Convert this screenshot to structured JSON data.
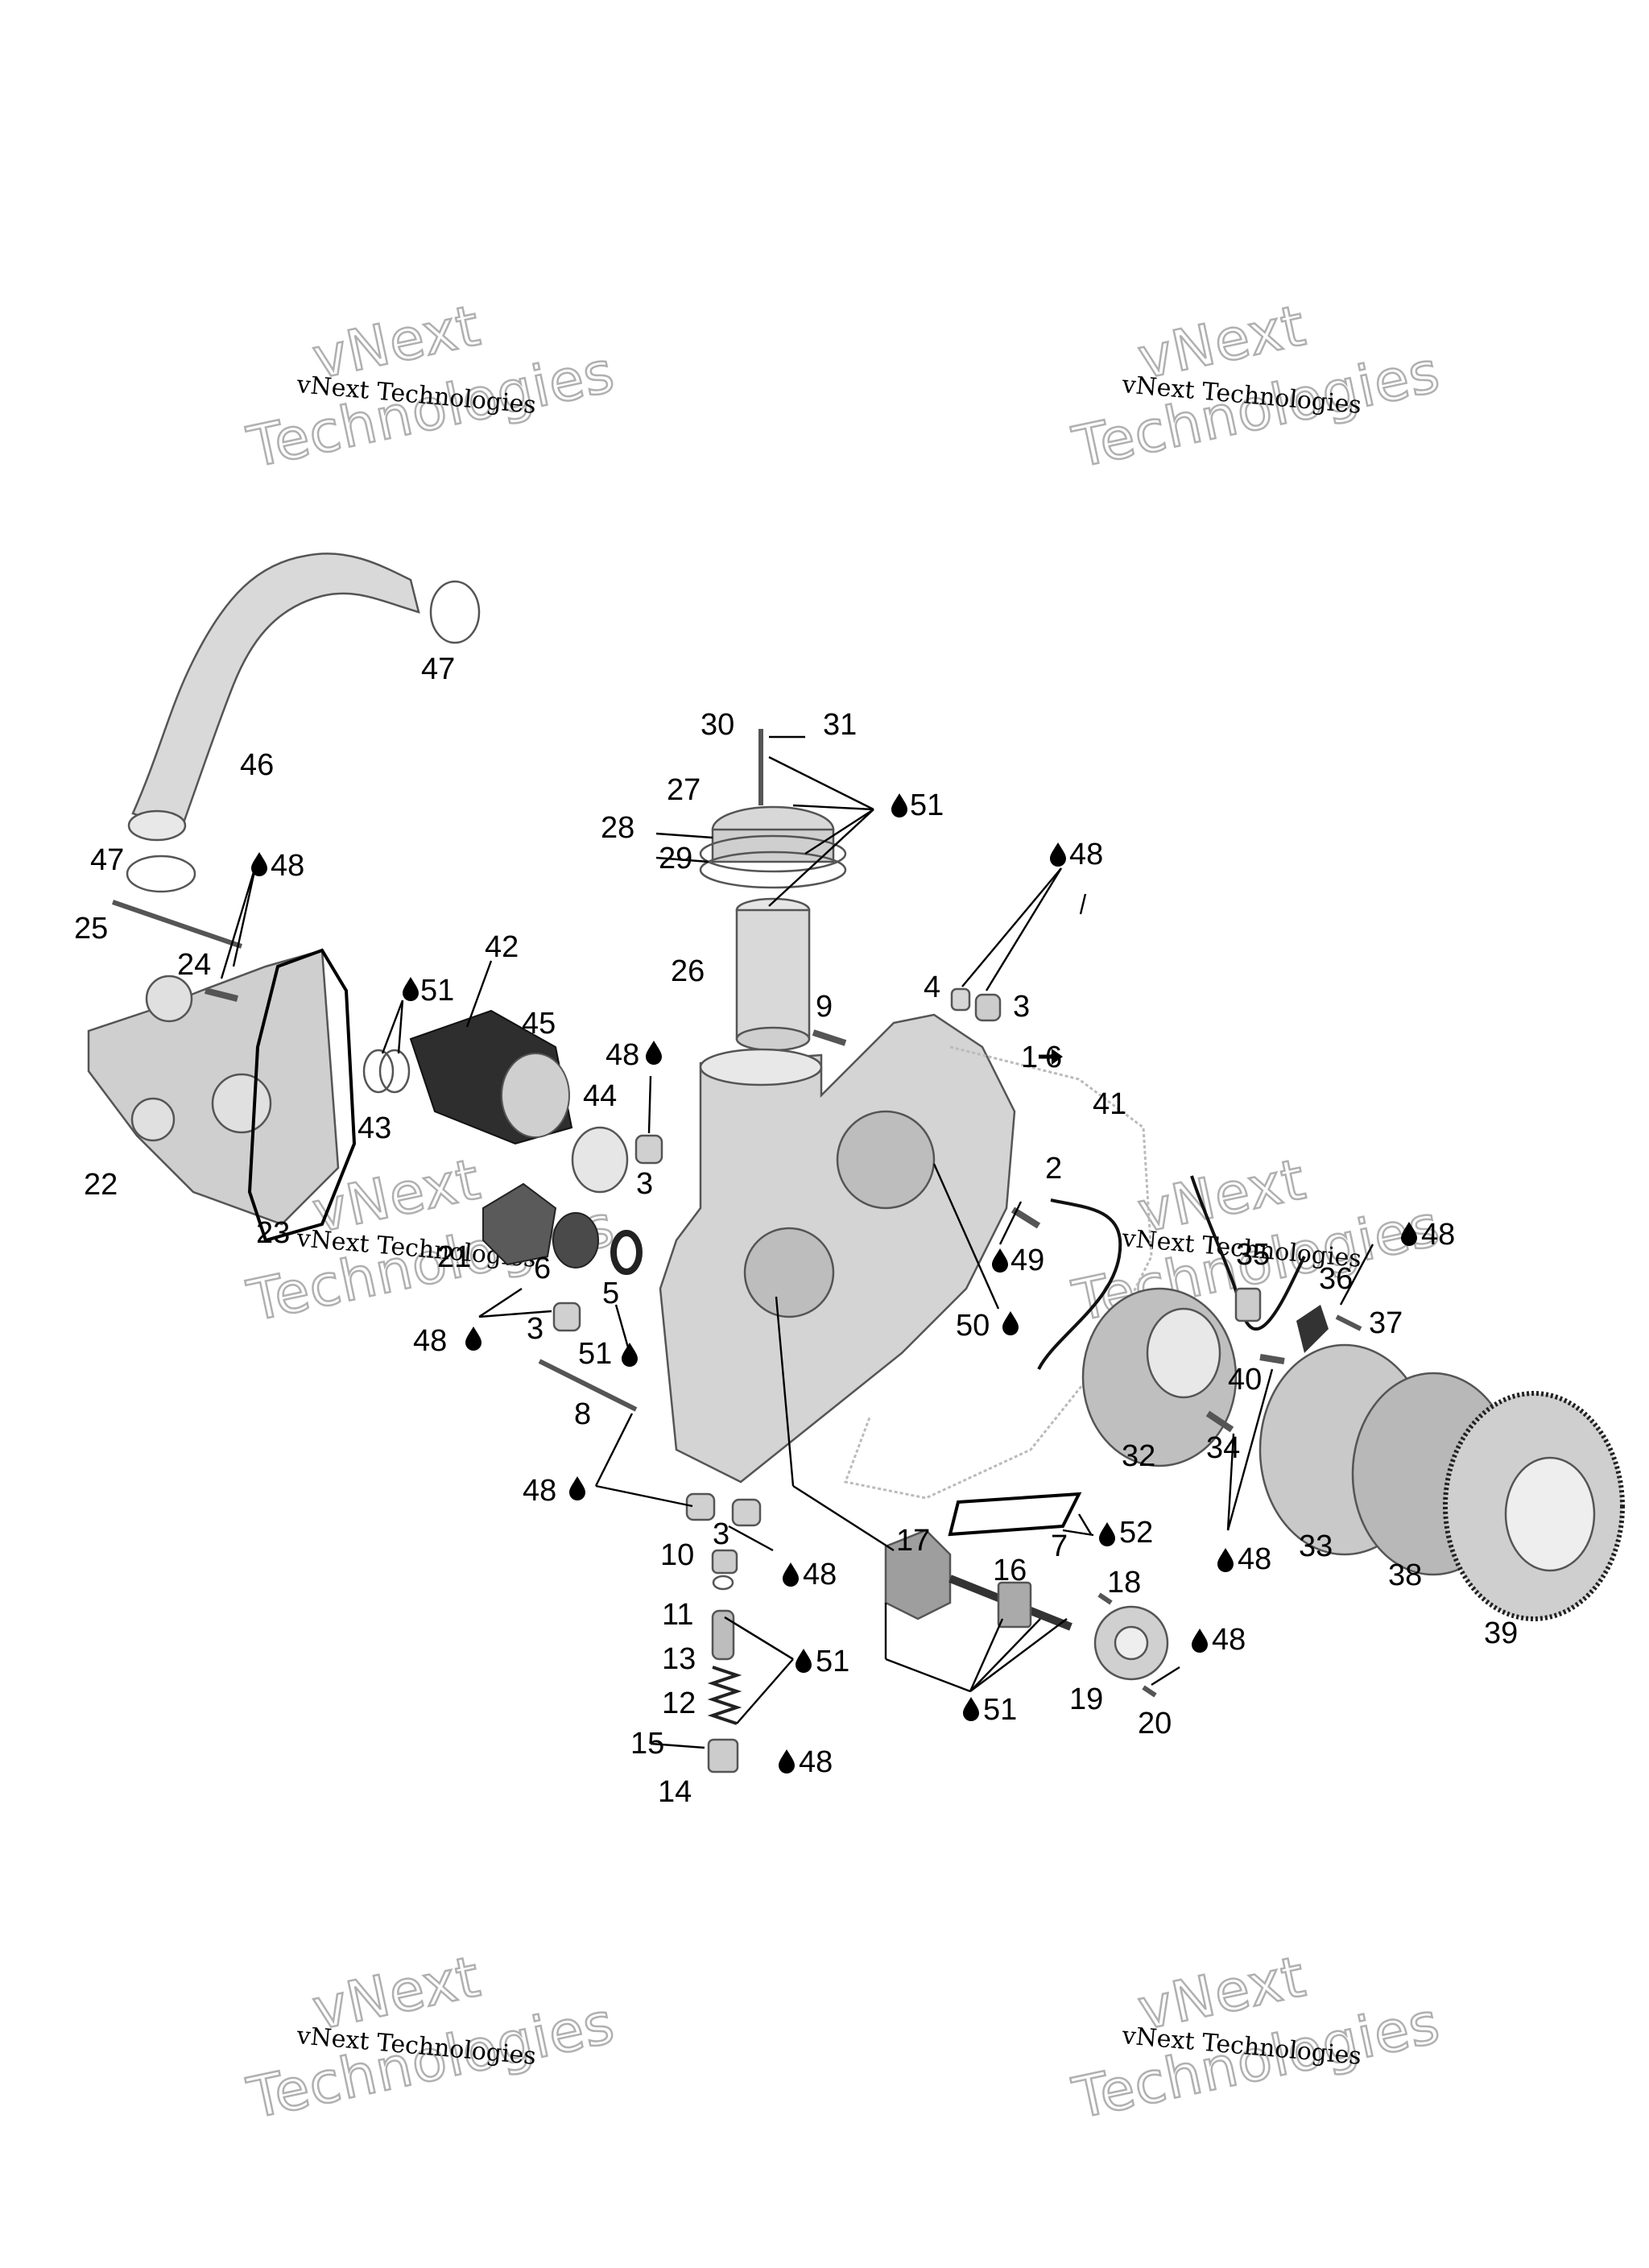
{
  "watermark": {
    "line1": "vNext Technologies",
    "line2": "vNext",
    "line3": "Technologies"
  },
  "colors": {
    "part_fill": "#d9d9d9",
    "part_dark": "#9a9a9a",
    "outline": "#555555",
    "watermark_outline": "#b0b0b0"
  },
  "icons": {
    "lubricant": "drop-icon",
    "arrow": "arrow-right-icon"
  },
  "labels": {
    "l47a": "47",
    "l46": "46",
    "l47b": "47",
    "l25": "25",
    "l24": "24",
    "l48a": "48",
    "l22": "22",
    "l23": "23",
    "l42": "42",
    "l45": "45",
    "l51a": "51",
    "l43": "43",
    "l44": "44",
    "l48b": "48",
    "l3a": "3",
    "l21": "21",
    "l6": "6",
    "l5": "5",
    "l48c": "48",
    "l3b": "3",
    "l51b": "51",
    "l8": "8",
    "l30": "30",
    "l31": "31",
    "l27": "27",
    "l51c": "51",
    "l28": "28",
    "l29": "29",
    "l26": "26",
    "l9": "9",
    "l48d": "48",
    "l4": "4",
    "l3c": "3",
    "l1to6": "1",
    "l1to6b": "6",
    "l41": "41",
    "l2": "2",
    "l49": "49",
    "l50": "50",
    "l35": "35",
    "l36": "36",
    "l48e": "48",
    "l37": "37",
    "l40": "40",
    "l32": "32",
    "l34": "34",
    "l48f": "48",
    "l33": "33",
    "l38": "38",
    "l39": "39",
    "l48g": "48",
    "l3d": "3",
    "l48h": "48",
    "l10": "10",
    "l17": "17",
    "l7": "7",
    "l52": "52",
    "l16": "16",
    "l18": "18",
    "l11": "11",
    "l13": "13",
    "l51d": "51",
    "l12": "12",
    "l48i": "48",
    "l19": "19",
    "l20": "20",
    "l51e": "51",
    "l15": "15",
    "l14": "14",
    "l48j": "48"
  }
}
